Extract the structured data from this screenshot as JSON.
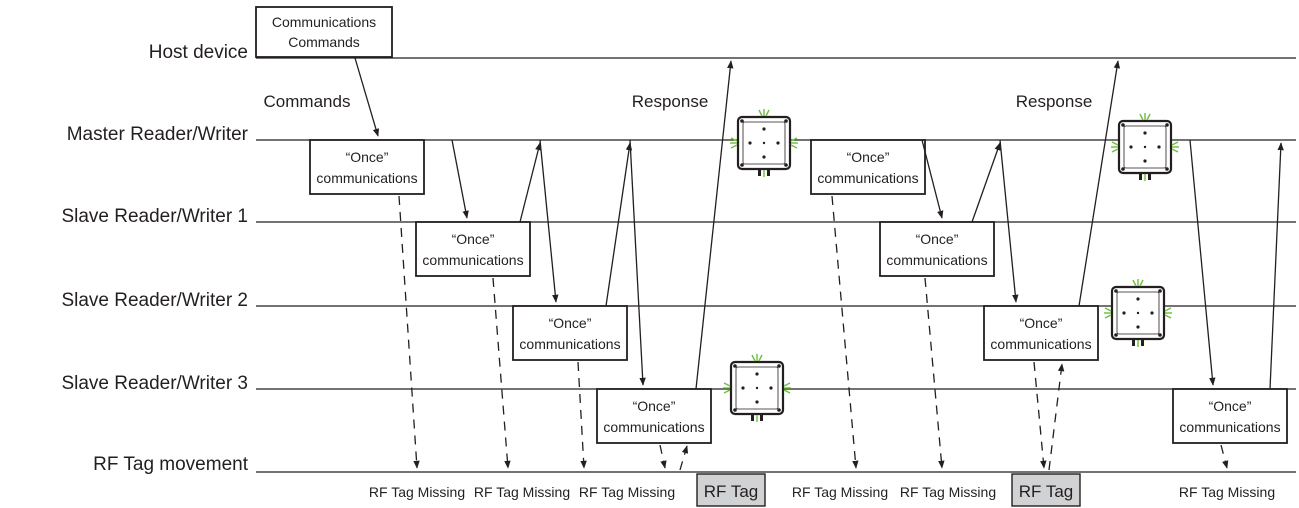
{
  "lanes": [
    {
      "label": "Host device"
    },
    {
      "label": "Master Reader/Writer"
    },
    {
      "label": "Slave Reader/Writer 1"
    },
    {
      "label": "Slave Reader/Writer 2"
    },
    {
      "label": "Slave Reader/Writer 3"
    },
    {
      "label": "RF Tag movement"
    }
  ],
  "host_box": {
    "line1": "Communications",
    "line2": "Commands"
  },
  "once_box": {
    "line1": "“Once”",
    "line2": "communications"
  },
  "labels": {
    "commands": "Commands",
    "response": "Response"
  },
  "rf_tag": {
    "present": "RF Tag",
    "missing": "RF Tag Missing"
  },
  "icons": {
    "reader": "reader-writer-antenna-icon"
  },
  "colors": {
    "line": "#231f20",
    "tag_fill": "#d1d2d4",
    "signal": "#6cbf3b"
  }
}
